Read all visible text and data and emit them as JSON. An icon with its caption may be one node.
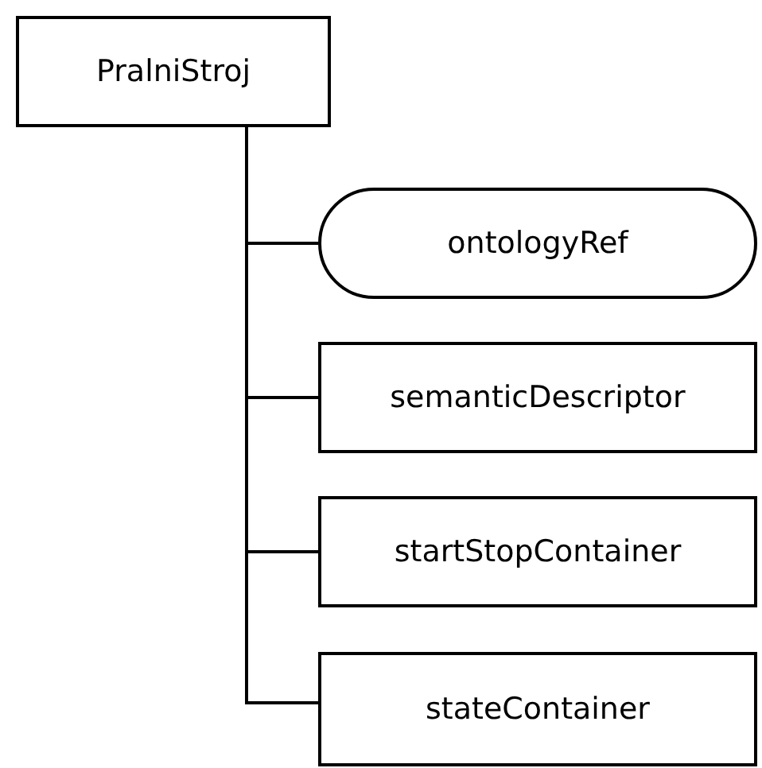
{
  "diagram": {
    "nodes": [
      {
        "text": [
          "PralniStroj"
        ]
      },
      {
        "text": [
          "ontologyRef"
        ]
      },
      {
        "text": [
          "semanticDescriptor"
        ]
      },
      {
        "text": [
          "startStopContainer"
        ]
      },
      {
        "text": [
          "stateContainer"
        ]
      }
    ],
    "edges": [
      {
        "from": 0,
        "to": 1,
        "arrow": "none"
      },
      {
        "from": 0,
        "to": 2,
        "arrow": "none"
      },
      {
        "from": 0,
        "to": 3,
        "arrow": "none"
      },
      {
        "from": 0,
        "to": 4,
        "arrow": "none"
      }
    ]
  }
}
